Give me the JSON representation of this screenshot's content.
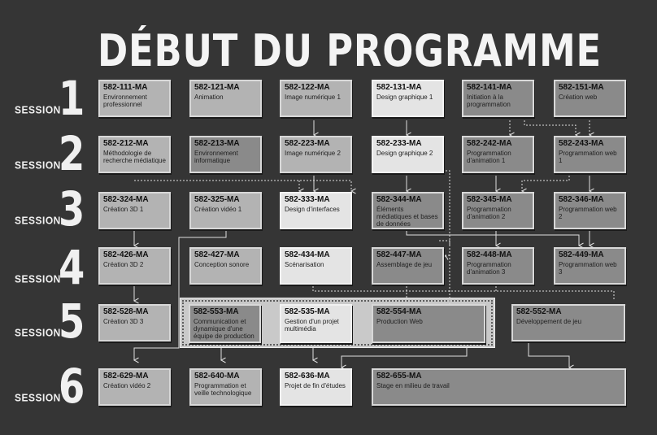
{
  "title": "DÉBUT DU PROGRAMME",
  "session_label": "SESSION",
  "sessions": [
    {
      "num": "1"
    },
    {
      "num": "2"
    },
    {
      "num": "3"
    },
    {
      "num": "4"
    },
    {
      "num": "5"
    },
    {
      "num": "6"
    }
  ],
  "courses": {
    "c111": {
      "code": "582-111-MA",
      "name": "Environnement professionnel"
    },
    "c121": {
      "code": "582-121-MA",
      "name": "Animation"
    },
    "c122": {
      "code": "582-122-MA",
      "name": "Image numérique 1"
    },
    "c131": {
      "code": "582-131-MA",
      "name": "Design graphique 1"
    },
    "c141": {
      "code": "582-141-MA",
      "name": "Initiation à la programmation"
    },
    "c151": {
      "code": "582-151-MA",
      "name": "Création web"
    },
    "c212": {
      "code": "582-212-MA",
      "name": "Méthodologie de recherche médiatique"
    },
    "c213": {
      "code": "582-213-MA",
      "name": "Environnement informatique"
    },
    "c223": {
      "code": "582-223-MA",
      "name": "Image numérique 2"
    },
    "c233": {
      "code": "582-233-MA",
      "name": "Design graphique 2"
    },
    "c242": {
      "code": "582-242-MA",
      "name": "Programmation d'animation 1"
    },
    "c243": {
      "code": "582-243-MA",
      "name": "Programmation web 1"
    },
    "c324": {
      "code": "582-324-MA",
      "name": "Création 3D 1"
    },
    "c325": {
      "code": "582-325-MA",
      "name": "Création vidéo 1"
    },
    "c333": {
      "code": "582-333-MA",
      "name": "Design d'interfaces"
    },
    "c344": {
      "code": "582-344-MA",
      "name": "Éléments médiatiques et bases de données"
    },
    "c345": {
      "code": "582-345-MA",
      "name": "Programmation d'animation 2"
    },
    "c346": {
      "code": "582-346-MA",
      "name": "Programmation web 2"
    },
    "c426": {
      "code": "582-426-MA",
      "name": "Création 3D 2"
    },
    "c427": {
      "code": "582-427-MA",
      "name": "Conception sonore"
    },
    "c434": {
      "code": "582-434-MA",
      "name": "Scénarisation"
    },
    "c447": {
      "code": "582-447-MA",
      "name": "Assemblage de jeu"
    },
    "c448": {
      "code": "582-448-MA",
      "name": "Programmation d'animation 3"
    },
    "c449": {
      "code": "582-449-MA",
      "name": "Programmation web 3"
    },
    "c528": {
      "code": "582-528-MA",
      "name": "Création 3D 3"
    },
    "c553": {
      "code": "582-553-MA",
      "name": "Communication et dynamique d'une équipe de production"
    },
    "c535": {
      "code": "582-535-MA",
      "name": "Gestion d'un projet multimédia"
    },
    "c554": {
      "code": "582-554-MA",
      "name": "Production Web"
    },
    "c552": {
      "code": "582-552-MA",
      "name": "Développement de jeu"
    },
    "c629": {
      "code": "582-629-MA",
      "name": "Création vidéo 2"
    },
    "c640": {
      "code": "582-640-MA",
      "name": "Programmation et veille technologique"
    },
    "c636": {
      "code": "582-636-MA",
      "name": "Projet de fin d'études"
    },
    "c655": {
      "code": "582-655-MA",
      "name": "Stage en milieu de travail"
    }
  },
  "colors": {
    "background": "#353535",
    "dark_box": "#8a8a8a",
    "mid_box": "#b3b3b3",
    "light_box": "#e4e4e4",
    "line": "#e0e0e0"
  }
}
